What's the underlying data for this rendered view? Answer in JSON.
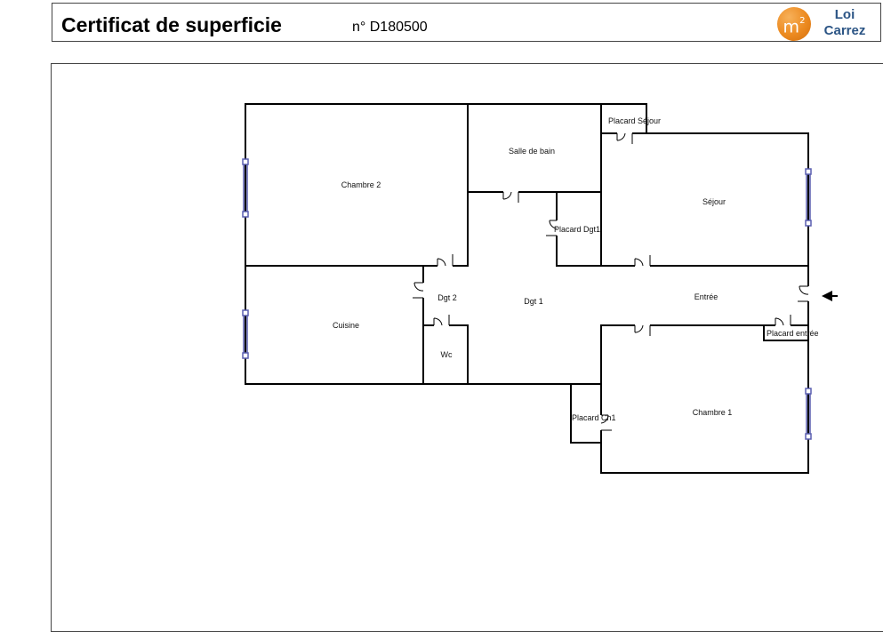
{
  "header": {
    "title": "Certificat de superficie",
    "cert_number": "n° D180500",
    "logo": {
      "badge": "m²",
      "line1": "Loi",
      "line2": "Carrez",
      "badge_color": "#EC8A20",
      "text_color": "#2C5585"
    }
  },
  "plan": {
    "rooms": {
      "chambre2": "Chambre 2",
      "salle_de_bain": "Salle de bain",
      "placard_sejour": "Placard Séjour",
      "sejour": "Séjour",
      "placard_dgt1": "Placard Dgt1",
      "dgt2": "Dgt 2",
      "dgt1": "Dgt 1",
      "entree": "Entrée",
      "cuisine": "Cuisine",
      "placard_entree": "Placard entrée",
      "wc": "Wc",
      "placard_ch1": "Placard Ch1",
      "chambre1": "Chambre 1"
    },
    "entrance_arrow": "arrow-left-icon",
    "wall_color": "#000000",
    "window_color": "#5A5FB0"
  }
}
